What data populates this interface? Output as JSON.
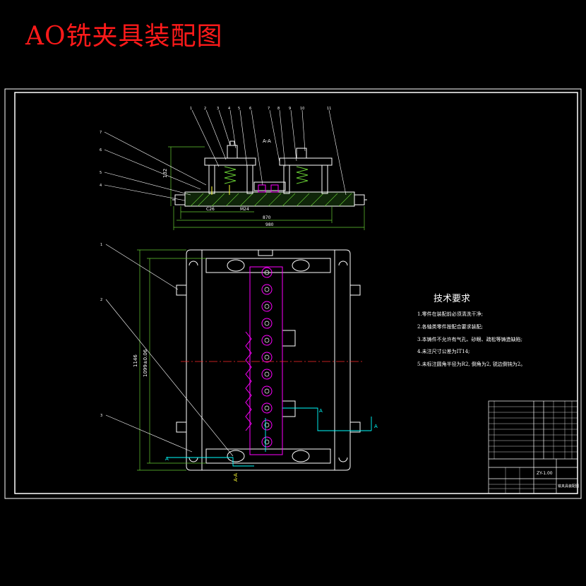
{
  "title": "AO铣夹具装配图",
  "tech_requirements": {
    "title": "技术要求",
    "items": [
      "1.零件在装配前必须清洗干净;",
      "2.各轴类零件按配合要求装配;",
      "3.本铸件不允许有气孔、砂眼、疏松等铸造缺陷;",
      "4.未注尺寸公差为IT14;",
      "5.未标注圆角半径为R2, 倒角为2, 锐边倒钝为2。"
    ]
  },
  "dimensions": {
    "front_height": "132",
    "dim_a": "C26",
    "dim_b": "M24",
    "dim_c": "870",
    "dim_d": "980",
    "overall_height": "1146",
    "inner_height": "1099±0.06",
    "section_label": "A-A",
    "bottom_label": "A-A"
  },
  "callouts_top": [
    "1",
    "2",
    "3",
    "4",
    "5",
    "6",
    "7",
    "8",
    "9",
    "10",
    "11"
  ],
  "callouts_left": [
    "7",
    "6",
    "5",
    "4"
  ],
  "callouts_plan": [
    "1",
    "2",
    "3"
  ],
  "title_block": {
    "code": "ZY-1.00",
    "name": "铣夹具装配图"
  },
  "colors": {
    "line": "#ffffff",
    "title": "#ff1a1a",
    "section": "#00ffff",
    "center": "#ff2a2a",
    "part": "#ff00ff",
    "hatch": "#66cc33",
    "yellow": "#ffff33"
  }
}
